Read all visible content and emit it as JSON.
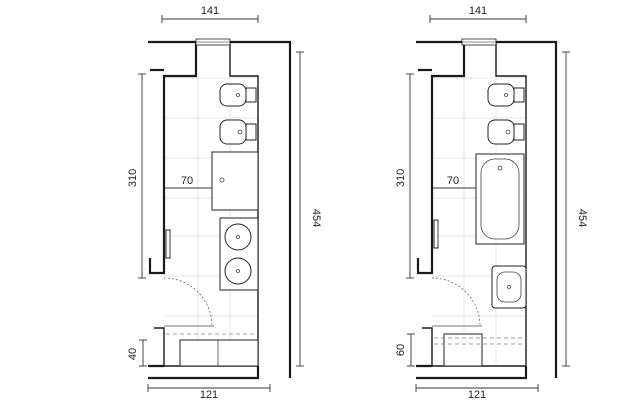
{
  "plans": [
    {
      "id": "left",
      "layout": "shower",
      "top_width": "141",
      "bottom_width": "121",
      "left_height": "310",
      "right_height": "454",
      "fixture_depth": "70",
      "bottom_height": "40"
    },
    {
      "id": "right",
      "layout": "bathtub",
      "top_width": "141",
      "bottom_width": "121",
      "left_height": "310",
      "right_height": "454",
      "fixture_depth": "70",
      "bottom_height": "60"
    }
  ],
  "icons": {
    "toilet": "toilet-icon",
    "bidet": "bidet-icon",
    "sink": "sink-icon",
    "bathtub": "bathtub-icon",
    "shower": "shower-tray-icon",
    "door": "door-swing-icon",
    "radiator": "radiator-icon"
  }
}
